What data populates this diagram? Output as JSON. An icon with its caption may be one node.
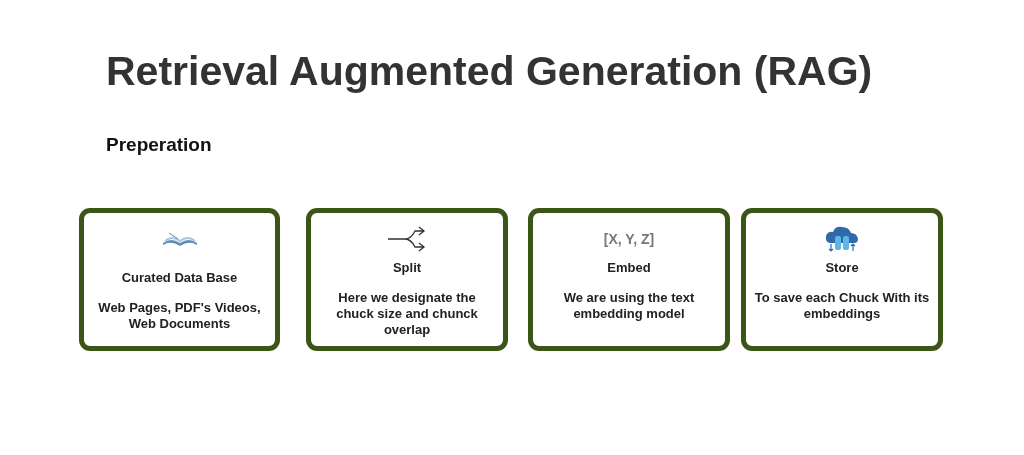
{
  "diagram": {
    "title": "Retrieval Augmented Generation (RAG)",
    "nodes": [
      {
        "text": [
          "Curated Data Base",
          "Web Pages, PDF's Videos, Web Documents"
        ]
      },
      {
        "text": [
          "Split",
          "Here we designate the chuck size and chunck overlap"
        ]
      },
      {
        "text": [
          "[X, Y, Z]",
          "Embed",
          "We are using the text embedding model"
        ]
      },
      {
        "text": [
          "Store",
          "To save each Chuck With its embeddings"
        ]
      }
    ],
    "labels": [
      "Preperation"
    ]
  }
}
